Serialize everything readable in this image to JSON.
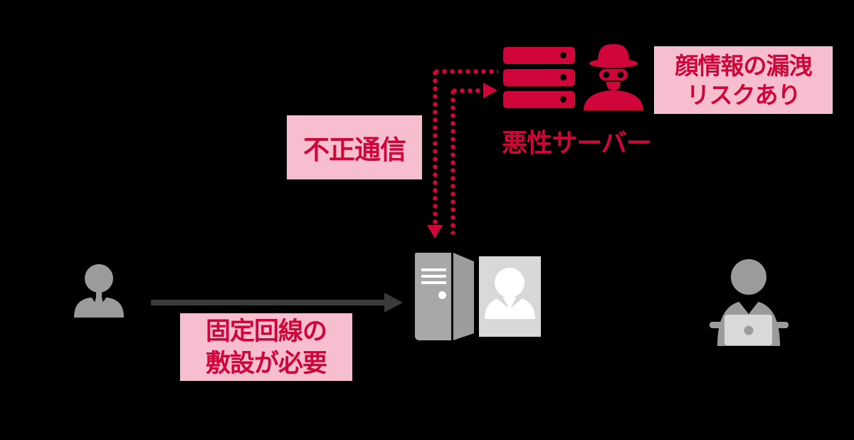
{
  "colors": {
    "background": "#000000",
    "red": "#d0063a",
    "pink": "#f6bece",
    "gray": "#9b9b9b",
    "gray_light": "#d9d9d9",
    "card": "#d8d8d8",
    "server_front": "#a8a8a8",
    "server_side": "#9c9c9c",
    "arrow": "#3a3a3a",
    "white": "#ffffff"
  },
  "malicious_server": {
    "label": "悪性サーバー",
    "icon": "server-rack-icon",
    "spy_icon": "spy-icon"
  },
  "callouts": {
    "leak_risk": {
      "lines": [
        "顔情報の漏洩",
        "リスクあり"
      ]
    },
    "unauthorized_comm": {
      "label": "不正通信"
    },
    "fixed_line": {
      "lines": [
        "固定回線の",
        "敷設が必要"
      ]
    }
  },
  "nodes": {
    "user": {
      "icon": "businessman-icon"
    },
    "auth_server": {
      "icon": "server-tower-icon"
    },
    "face_photo": {
      "icon": "id-photo-icon"
    },
    "operator": {
      "icon": "person-laptop-icon"
    }
  }
}
